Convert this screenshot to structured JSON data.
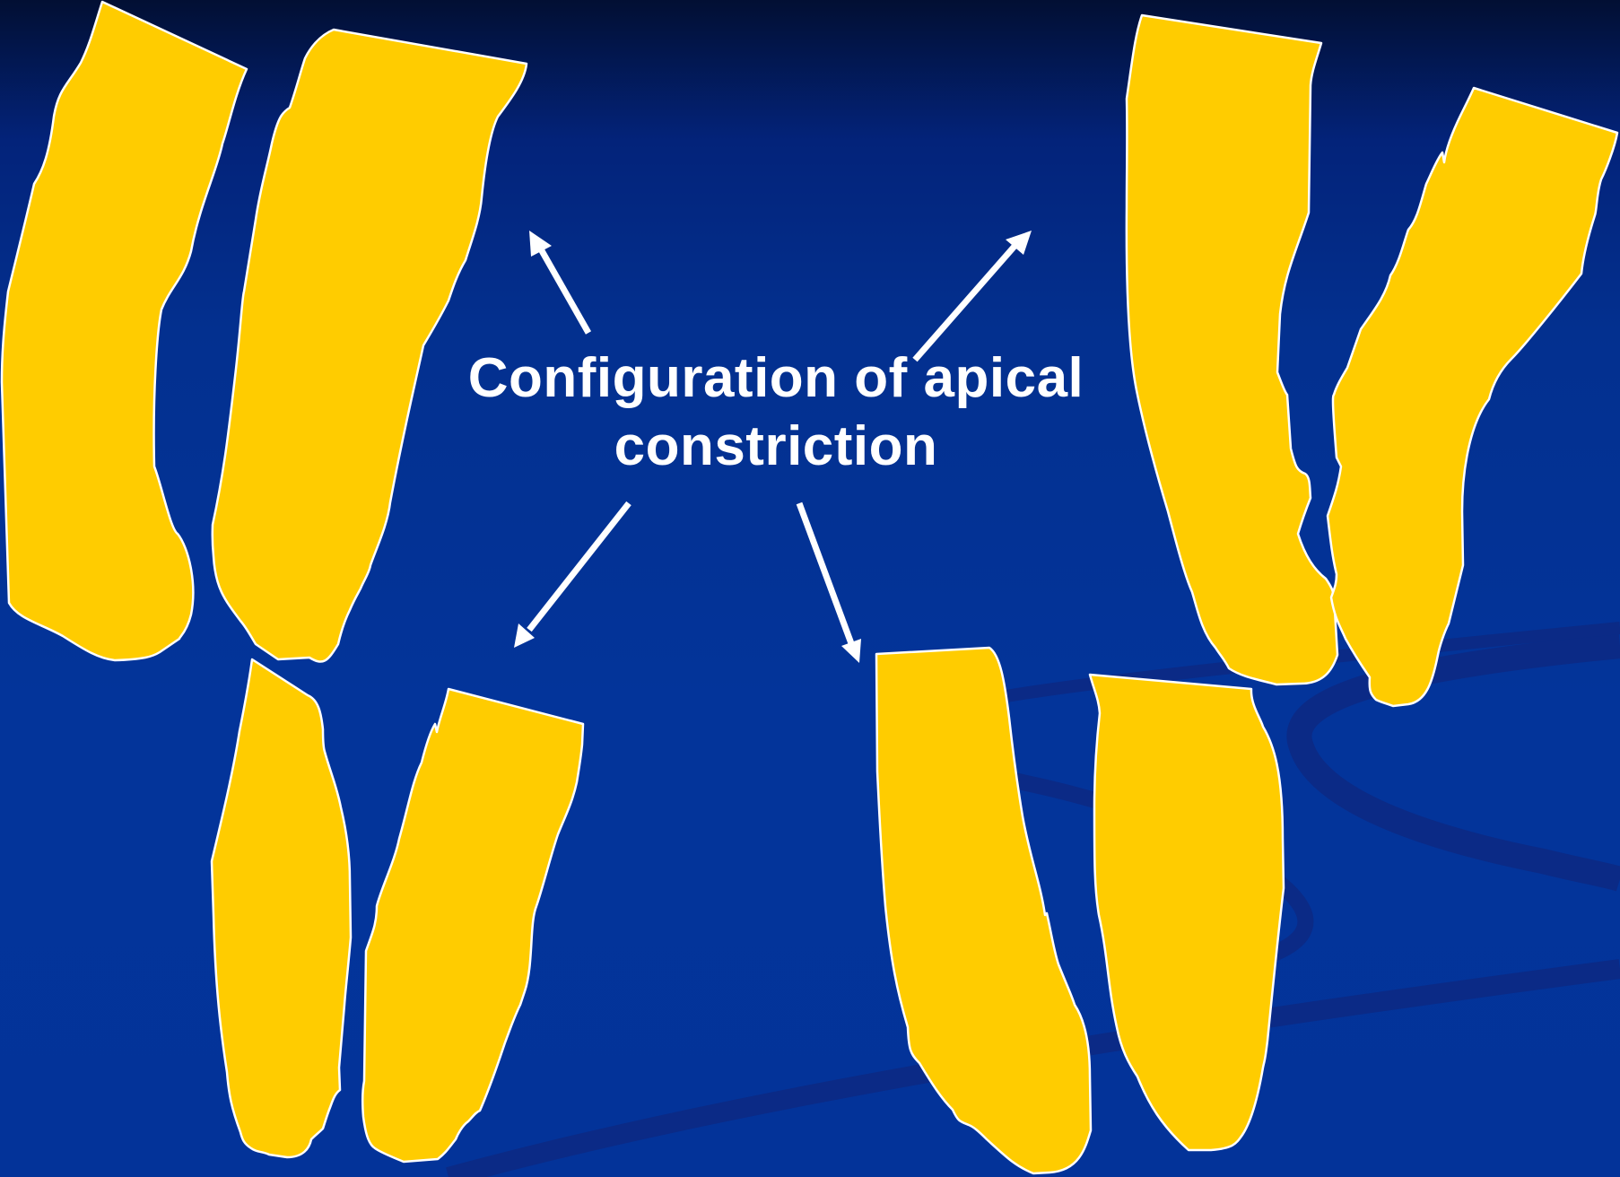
{
  "slide": {
    "title_line1": "Configuration of apical",
    "title_line2": "constriction"
  },
  "colors": {
    "background_top": "#020f33",
    "background_main": "#03349a",
    "root_fill": "#ffcc00",
    "root_outline": "#ffffff",
    "arrow": "#ffffff"
  },
  "illustrations": [
    {
      "name": "root-pair-top-left",
      "description_icon": "tooth-roots-icon"
    },
    {
      "name": "root-pair-top-right",
      "description_icon": "tooth-roots-icon"
    },
    {
      "name": "root-pair-bottom-left",
      "description_icon": "tooth-roots-icon"
    },
    {
      "name": "root-pair-bottom-right",
      "description_icon": "tooth-roots-icon"
    }
  ],
  "arrows": [
    {
      "name": "arrow-to-top-left",
      "direction": "up-left"
    },
    {
      "name": "arrow-to-top-right",
      "direction": "up-right"
    },
    {
      "name": "arrow-to-bottom-left",
      "direction": "down-left"
    },
    {
      "name": "arrow-to-bottom-right",
      "direction": "down-right"
    }
  ]
}
